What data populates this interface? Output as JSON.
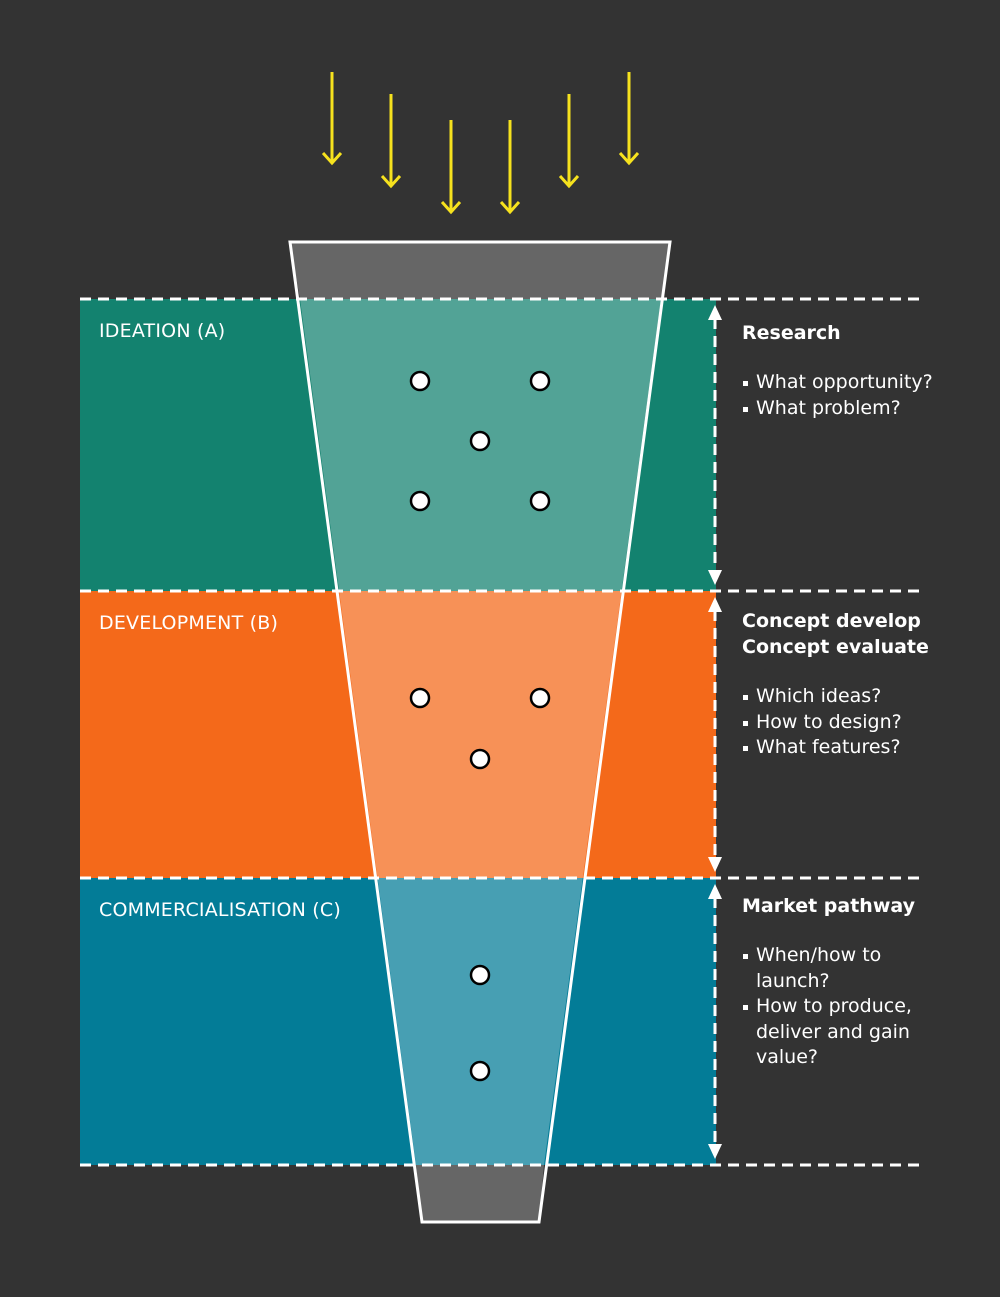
{
  "stages": [
    {
      "label": "IDEATION (A)",
      "color": "#13826F",
      "dots": 5,
      "headings": [
        "Research"
      ],
      "items": [
        "What opportunity?",
        "What problem?"
      ]
    },
    {
      "label": "DEVELOPMENT (B)",
      "color": "#F4691A",
      "dots": 3,
      "headings": [
        "Concept develop",
        "Concept evaluate"
      ],
      "items": [
        "Which ideas?",
        "How to design?",
        "What features?"
      ]
    },
    {
      "label": "COMMERCIALISATION (C)",
      "color": "#037C97",
      "dots": 2,
      "headings": [
        "Market pathway"
      ],
      "items": [
        "When/how to launch?",
        "How to produce, deliver and gain value?"
      ]
    }
  ],
  "colors": {
    "background": "#333333",
    "funnel_grey": "#666666",
    "arrows": "#F6E21E",
    "lines": "#FFFFFF"
  },
  "icons": {
    "arrows": "down-arrow-icon",
    "dots": "idea-dot-icon",
    "range_arrows": "double-headed-arrow-icon"
  }
}
